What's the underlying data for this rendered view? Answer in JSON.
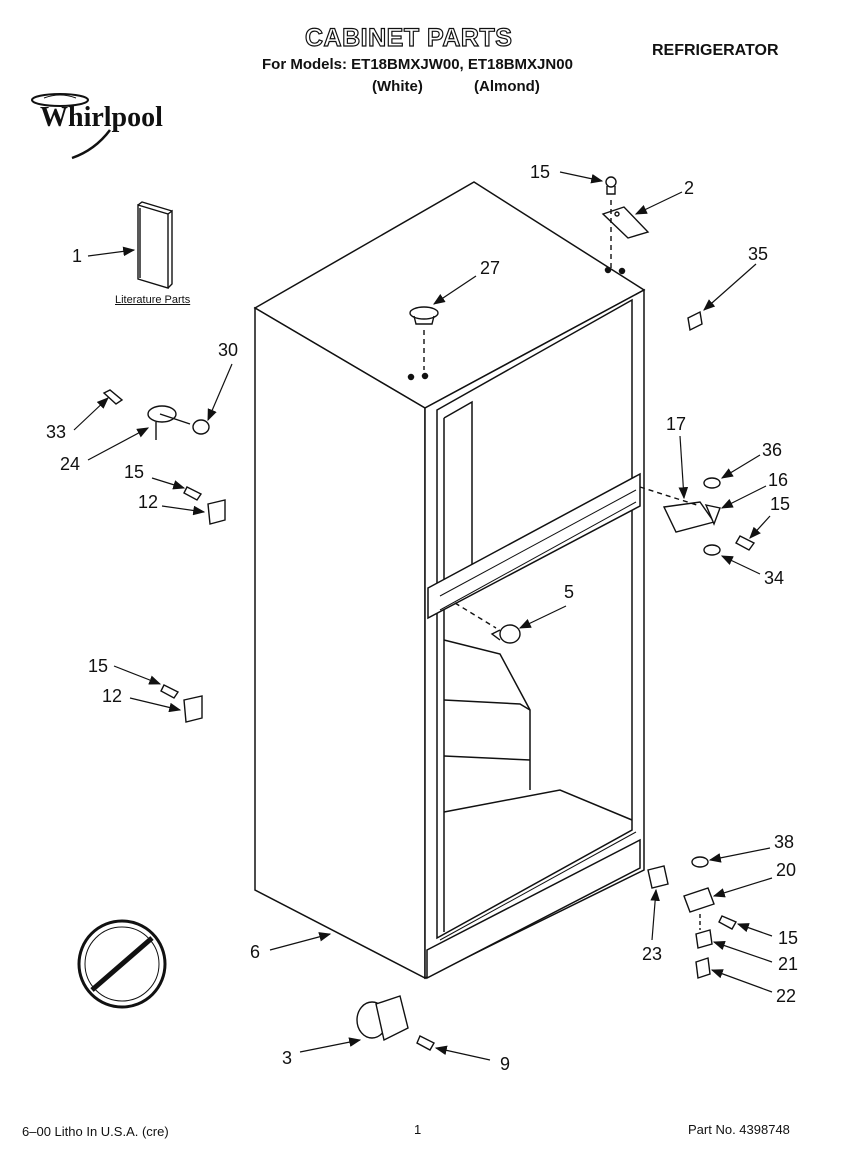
{
  "header": {
    "title": "CABINET PARTS",
    "models_line": "For Models: ET18BMXJW00, ET18BMXJN00",
    "color_white": "(White)",
    "color_almond": "(Almond)",
    "category": "REFRIGERATOR",
    "brand": "Whirlpool"
  },
  "callouts": {
    "c1": "1",
    "c2": "2",
    "c3": "3",
    "c5": "5",
    "c6": "6",
    "c9": "9",
    "c12a": "12",
    "c12b": "12",
    "c15a": "15",
    "c15b": "15",
    "c15c": "15",
    "c15d": "15",
    "c15e": "15",
    "c16": "16",
    "c17": "17",
    "c20": "20",
    "c21": "21",
    "c22": "22",
    "c23": "23",
    "c24": "24",
    "c27": "27",
    "c30": "30",
    "c33": "33",
    "c34": "34",
    "c35": "35",
    "c36": "36",
    "c38": "38"
  },
  "literature_label": "Literature Parts",
  "footer": {
    "left": "6–00 Litho In U.S.A. (cre)",
    "page": "1",
    "part_no": "Part No. 4398748"
  }
}
